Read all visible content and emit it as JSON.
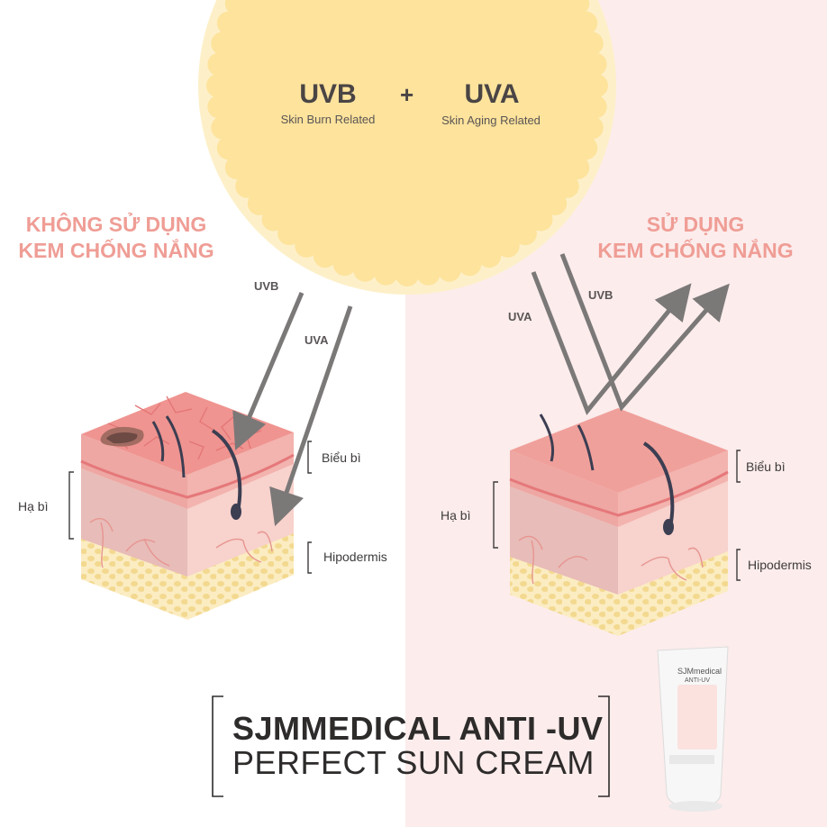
{
  "sun": {
    "uvb": {
      "title": "UVB",
      "subtitle": "Skin Burn Related"
    },
    "plus": "+",
    "uva": {
      "title": "UVA",
      "subtitle": "Skin Aging Related"
    }
  },
  "left_panel": {
    "heading_line1": "KHÔNG SỬ DỤNG",
    "heading_line2": "KEM CHỐNG NẮNG",
    "ray_uvb": "UVB",
    "ray_uva": "UVA",
    "label_epidermis": "Biểu bì",
    "label_dermis": "Hạ bì",
    "label_hypodermis": "Hipodermis"
  },
  "right_panel": {
    "heading_line1": "SỬ DỤNG",
    "heading_line2": "KEM CHỐNG NẮNG",
    "ray_uva": "UVA",
    "ray_uvb": "UVB",
    "label_epidermis": "Biểu bì",
    "label_dermis": "Hạ bì",
    "label_hypodermis": "Hipodermis"
  },
  "product": {
    "title": "SJMMEDICAL ANTI -UV",
    "subtitle": "PERFECT SUN CREAM",
    "tube_brand": "SJMmedical",
    "tube_line": "ANTI-UV"
  },
  "colors": {
    "sun": "#fde39c",
    "sun_halo": "#fdf0c9",
    "heading": "#ef9d95",
    "right_bg": "#fcecec",
    "arrow": "#7b7878"
  }
}
